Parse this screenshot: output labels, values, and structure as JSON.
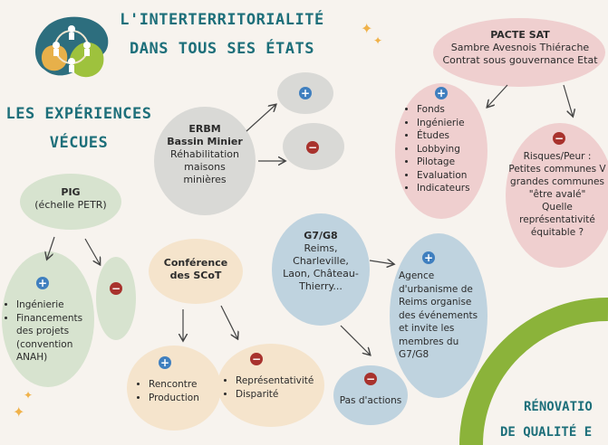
{
  "title": {
    "line1": "L'INTERTERRITORIALITÉ",
    "line2": "DANS TOUS SES ÉTATS",
    "subtitle_line1": "LES EXPÉRIENCES",
    "subtitle_line2": "VÉCUES"
  },
  "pacte": {
    "title": "PACTE SAT",
    "line1": "Sambre Avesnois Thiérache",
    "line2": "Contrat sous gouvernance Etat",
    "plus_items": [
      "Fonds",
      "Ingénierie",
      "Études",
      "Lobbying",
      "Pilotage",
      "Evaluation",
      "Indicateurs"
    ],
    "minus_lines": [
      "Risques/Peur :",
      "Petites communes V",
      "grandes communes",
      "\"être avalé\"",
      "Quelle",
      "représentativité",
      "équitable ?"
    ]
  },
  "erbm": {
    "title1": "ERBM",
    "title2": "Bassin Minier",
    "desc1": "Réhabilitation",
    "desc2": "maisons",
    "desc3": "minières"
  },
  "pig": {
    "title": "PIG",
    "sub": "(échelle PETR)",
    "plus_items": [
      "Ingénierie",
      "Financements des projets (convention ANAH)"
    ]
  },
  "scot": {
    "title1": "Conférence",
    "title2": "des SCoT",
    "plus_items": [
      "Rencontre",
      "Production"
    ],
    "minus_items": [
      "Représentativité",
      "Disparité"
    ]
  },
  "g7": {
    "title": "G7/G8",
    "lines": [
      "Reims,",
      "Charleville,",
      "Laon, Château-",
      "Thierry..."
    ],
    "plus_lines": [
      "Agence",
      "d'urbanisme de",
      "Reims organise",
      "des événements",
      "et invite les",
      "membres du",
      "G7/G8"
    ],
    "minus_text": "Pas d'actions"
  },
  "renovation": {
    "line1": "RÉNOVATIO",
    "line2": "DE QUALITÉ E"
  },
  "colors": {
    "pink": "#efcfcf",
    "sage": "#d7e3cf",
    "blue": "#bfd3df",
    "cream": "#f5e4cc",
    "grey": "#d9d9d6",
    "teal_title": "#1d6f7a",
    "plus": "#3f7fbf",
    "minus": "#a8322d",
    "green_arc": "#8bb33a"
  }
}
